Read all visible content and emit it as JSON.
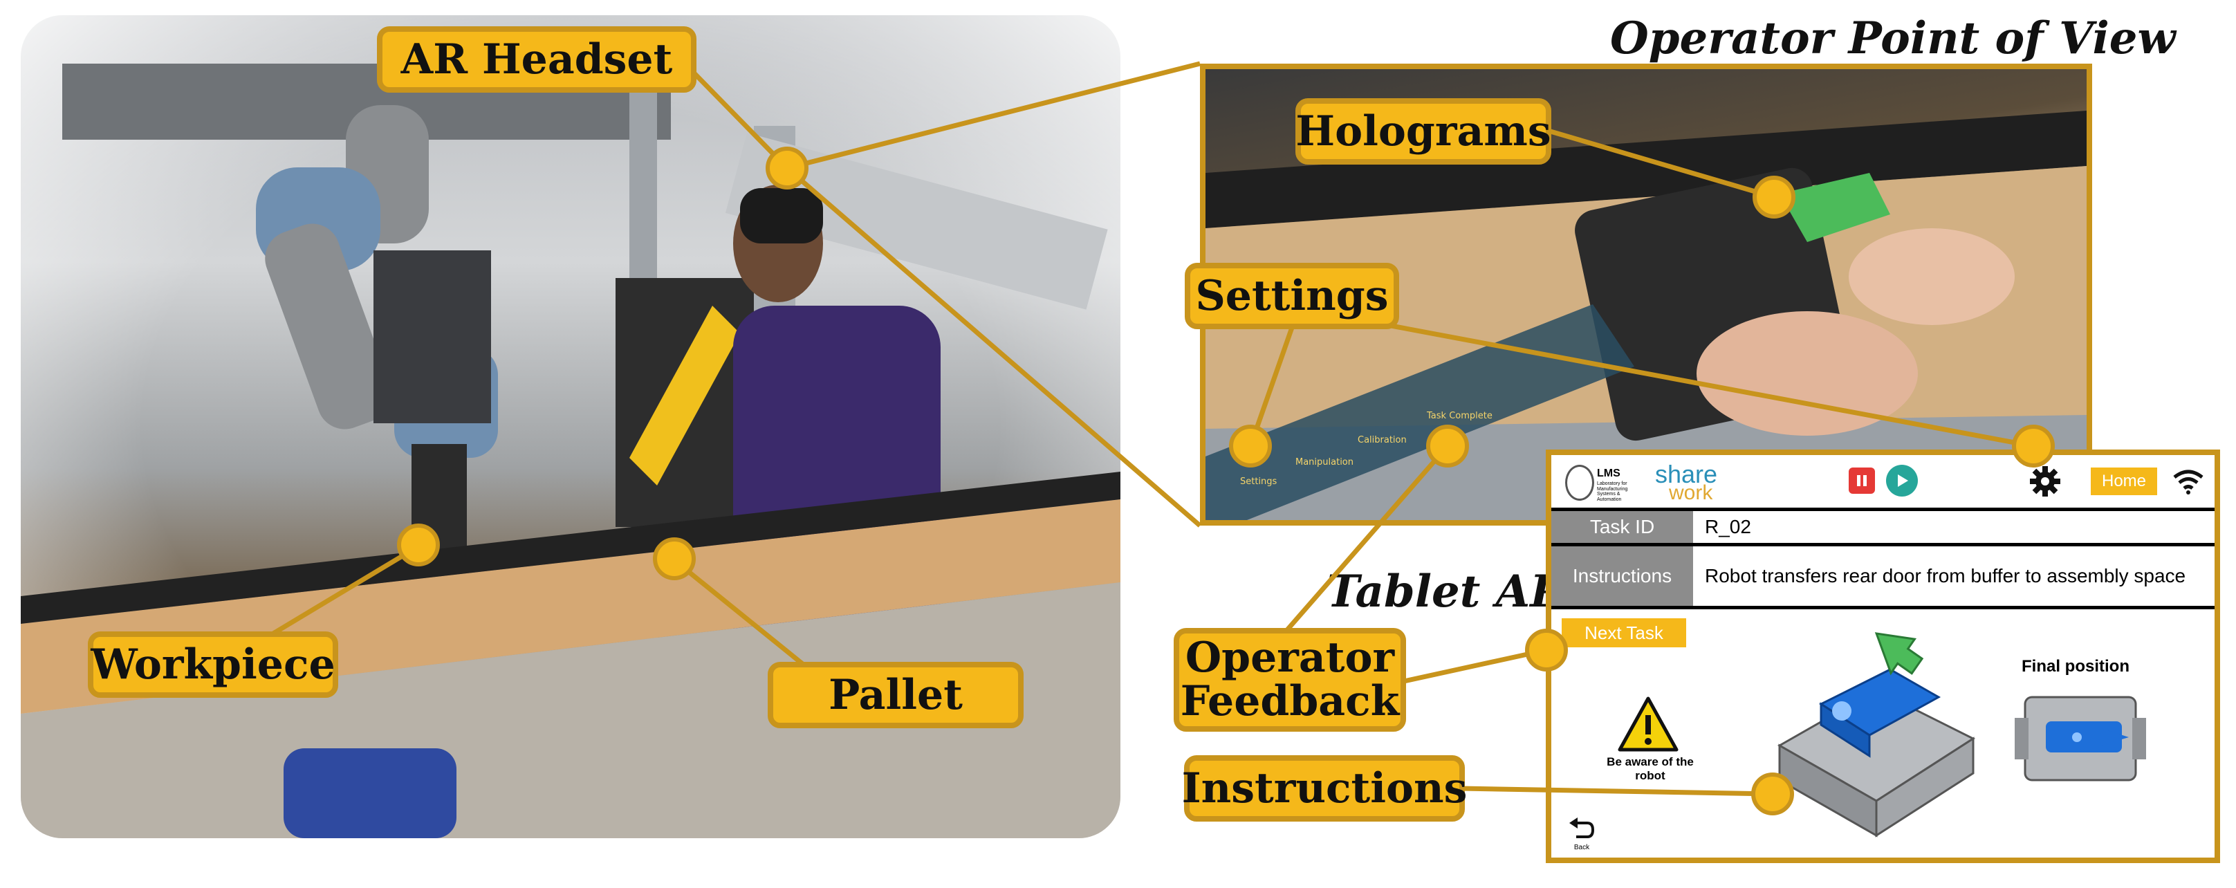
{
  "titles": {
    "pov": "Operator Point of View",
    "tablet": "Tablet API"
  },
  "callouts": {
    "ar_headset": "AR Headset",
    "workpiece": "Workpiece",
    "pallet": "Pallet",
    "holograms": "Holograms",
    "settings": "Settings",
    "operator_feedback": "Operator\nFeedback",
    "instructions": "Instructions"
  },
  "tablet": {
    "logo_lms": "LMS",
    "logo_lms_sub": "Laboratory for Manufacturing Systems & Automation",
    "logo_sharework_1": "share",
    "logo_sharework_2": "work",
    "home_label": "Home",
    "task_id_label": "Task ID",
    "task_id_value": "R_02",
    "instructions_label": "Instructions",
    "instructions_value": "Robot transfers rear door from buffer to assembly space",
    "next_task_label": "Next Task",
    "warning_text": "Be aware of the\nrobot",
    "final_position_label": "Final position",
    "back_label": "Back"
  },
  "pov_menu": [
    "Settings",
    "Manipulation",
    "Calibration",
    "Task Complete"
  ],
  "icons": [
    "pause-icon",
    "play-icon",
    "gear-icon",
    "wifi-icon",
    "warning-icon",
    "back-arrow-icon"
  ],
  "colors": {
    "accent": "#f5b81a",
    "border": "#c8941c",
    "pause_red": "#e53935",
    "play_teal": "#26a69a",
    "hologram_green": "#4cbb5a",
    "part_blue": "#1e6fd9"
  }
}
